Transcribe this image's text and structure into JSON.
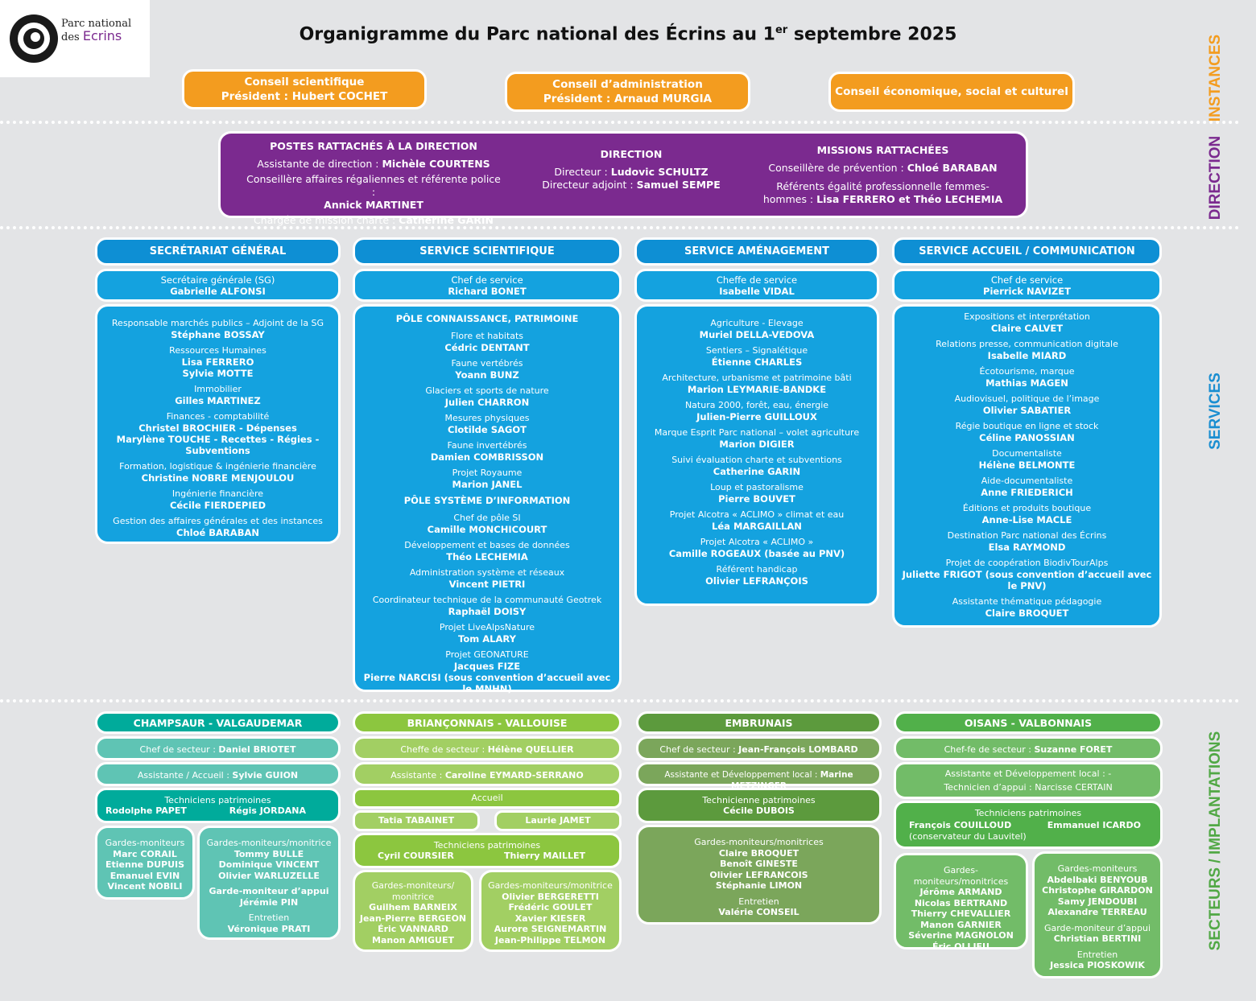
{
  "logo": {
    "line1": "Parc national",
    "line2": "des",
    "line3": "Ecrins"
  },
  "title": {
    "main": "Organigramme du Parc national des Écrins au 1",
    "sup": "er",
    "rest": " septembre 2025"
  },
  "side_labels": {
    "instances": "INSTANCES",
    "direction": "DIRECTION",
    "services": "SERVICES",
    "secteurs": "SECTEURS / IMPLANTATIONS"
  },
  "colors": {
    "instances": "#f39c1f",
    "direction": "#7b2a8f",
    "services": "#0e8fd4",
    "secteurs": "#51a845"
  },
  "instances": [
    {
      "l1": "Conseil scientifique",
      "l2": "Président : Hubert COCHET"
    },
    {
      "l1": "Conseil d’administration",
      "l2": "Président : Arnaud MURGIA"
    },
    {
      "l1": "Conseil économique, social et culturel"
    }
  ],
  "direction": {
    "postes": {
      "title": "POSTES RATTACHÉS À LA DIRECTION",
      "r1t": "Assistante de direction : ",
      "r1n": "Michèle COURTENS",
      "r2t": "Conseillère affaires régaliennes et référente police :",
      "r2n": "Annick MARTINET",
      "r3t": "Chargée de mission charte : ",
      "r3n": "Catherine GARIN"
    },
    "direction": {
      "title": "DIRECTION",
      "r1t": "Directeur : ",
      "r1n": "Ludovic SCHULTZ",
      "r2t": "Directeur adjoint : ",
      "r2n": "Samuel SEMPE"
    },
    "missions": {
      "title": "MISSIONS RATTACHÉES",
      "r1t": "Conseillère de prévention : ",
      "r1n": "Chloé BARABAN",
      "r2t": "Référents égalité professionnelle femmes-",
      "r2t2": "hommes : ",
      "r2n": "Lisa FERRERO et Théo LECHEMIA"
    }
  },
  "services": [
    {
      "title": "SECRÉTARIAT GÉNÉRAL",
      "chef_t": "Secrétaire générale (SG)",
      "chef_n": "Gabrielle ALFONSI",
      "items": [
        {
          "t": "Responsable marchés publics – Adjoint de la SG",
          "n": [
            "Stéphane BOSSAY"
          ]
        },
        {
          "t": "Ressources Humaines",
          "n": [
            "Lisa FERRERO",
            "Sylvie MOTTE"
          ]
        },
        {
          "t": "Immobilier",
          "n": [
            "Gilles MARTINEZ"
          ]
        },
        {
          "t": "Finances - comptabilité",
          "n": [
            "Christel BROCHIER - Dépenses",
            "Marylène TOUCHE - Recettes - Régies - Subventions"
          ]
        },
        {
          "t": "Formation, logistique & ingénierie financière",
          "n": [
            "Christine NOBRE MENJOULOU"
          ]
        },
        {
          "t": "Ingénierie financière",
          "n": [
            "Cécile FIERDEPIED"
          ]
        },
        {
          "t": "Gestion des affaires générales et des instances",
          "n": [
            "Chloé BARABAN"
          ]
        }
      ]
    },
    {
      "title": "SERVICE SCIENTIFIQUE",
      "chef_t": "Chef de service",
      "chef_n": "Richard BONET",
      "pole1": "PÔLE CONNAISSANCE, PATRIMOINE",
      "items1": [
        {
          "t": "Flore et habitats",
          "n": [
            "Cédric DENTANT"
          ]
        },
        {
          "t": "Faune vertébrés",
          "n": [
            "Yoann BUNZ"
          ]
        },
        {
          "t": "Glaciers et sports de nature",
          "n": [
            "Julien CHARRON"
          ]
        },
        {
          "t": "Mesures physiques",
          "n": [
            "Clotilde SAGOT"
          ]
        },
        {
          "t": "Faune invertébrés",
          "n": [
            "Damien COMBRISSON"
          ]
        },
        {
          "t": "Projet Royaume",
          "n": [
            "Marion JANEL"
          ]
        }
      ],
      "pole2": "PÔLE SYSTÈME D’INFORMATION",
      "items2": [
        {
          "t": "Chef de pôle SI",
          "n": [
            "Camille MONCHICOURT"
          ]
        },
        {
          "t": "Développement et bases de données",
          "n": [
            "Théo LECHEMIA"
          ]
        },
        {
          "t": "Administration système et réseaux",
          "n": [
            "Vincent PIETRI"
          ]
        },
        {
          "t": "Coordinateur technique de la communauté Geotrek",
          "n": [
            "Raphaël DOISY"
          ]
        },
        {
          "t": "Projet LiveAlpsNature",
          "n": [
            "Tom ALARY"
          ]
        },
        {
          "t": "Projet GEONATURE",
          "n": [
            "Jacques FIZE",
            "Pierre NARCISI (sous convention d’accueil avec le MNHN)"
          ]
        }
      ]
    },
    {
      "title": "SERVICE AMÉNAGEMENT",
      "chef_t": "Cheffe de service",
      "chef_n": "Isabelle VIDAL",
      "items": [
        {
          "t": "Agriculture - Elevage",
          "n": [
            "Muriel DELLA-VEDOVA"
          ]
        },
        {
          "t": "Sentiers – Signalétique",
          "n": [
            "Étienne CHARLES"
          ]
        },
        {
          "t": "Architecture, urbanisme et patrimoine bâti",
          "n": [
            "Marion LEYMARIE-BANDKE"
          ]
        },
        {
          "t": "Natura 2000, forêt, eau, énergie",
          "n": [
            "Julien-Pierre GUILLOUX"
          ]
        },
        {
          "t": "Marque Esprit Parc national – volet agriculture",
          "n": [
            "Marion DIGIER"
          ]
        },
        {
          "t": "Suivi évaluation charte et subventions",
          "n": [
            "Catherine GARIN"
          ]
        },
        {
          "t": "Loup et pastoralisme",
          "n": [
            "Pierre BOUVET"
          ]
        },
        {
          "t": "Projet Alcotra « ACLIMO » climat et eau",
          "n": [
            "Léa MARGAILLAN"
          ]
        },
        {
          "t": "Projet Alcotra « ACLIMO »",
          "n": [
            "Camille ROGEAUX (basée au PNV)"
          ]
        },
        {
          "t": "Référent handicap",
          "n": [
            "Olivier LEFRANÇOIS"
          ]
        }
      ]
    },
    {
      "title": "SERVICE ACCUEIL / COMMUNICATION",
      "chef_t": "Chef de service",
      "chef_n": "Pierrick NAVIZET",
      "items": [
        {
          "t": "Expositions et interprétation",
          "n": [
            "Claire CALVET"
          ]
        },
        {
          "t": "Relations presse, communication digitale",
          "n": [
            "Isabelle MIARD"
          ]
        },
        {
          "t": "Écotourisme, marque",
          "n": [
            "Mathias MAGEN"
          ]
        },
        {
          "t": "Audiovisuel, politique de l’image",
          "n": [
            "Olivier SABATIER"
          ]
        },
        {
          "t": "Régie boutique en ligne et stock",
          "n": [
            "Céline PANOSSIAN"
          ]
        },
        {
          "t": "Documentaliste",
          "n": [
            "Hélène BELMONTE"
          ]
        },
        {
          "t": "Aide-documentaliste",
          "n": [
            "Anne FRIEDERICH"
          ]
        },
        {
          "t": "Éditions et produits boutique",
          "n": [
            "Anne-Lise MACLE"
          ]
        },
        {
          "t": "Destination Parc national des Écrins",
          "n": [
            "Elsa RAYMOND"
          ]
        },
        {
          "t": "Projet de coopération BiodivTourAlps",
          "n": [
            "Juliette FRIGOT (sous convention d’accueil avec le PNV)"
          ]
        },
        {
          "t": "Assistante thématique pédagogie",
          "n": [
            "Claire BROQUET"
          ]
        }
      ]
    }
  ],
  "secteurs": {
    "champsaur": {
      "title": "CHAMPSAUR - VALGAUDEMAR",
      "chef_t": "Chef de secteur : ",
      "chef_n": "Daniel BRIOTET",
      "asst_t": "Assistante / Accueil : ",
      "asst_n": "Sylvie GUION",
      "tech_t": "Techniciens patrimoines",
      "tech_a": "Rodolphe PAPET",
      "tech_b": "Régis JORDANA",
      "g1_t": "Gardes-moniteurs",
      "g1_n": [
        "Marc CORAIL",
        "Etienne DUPUIS",
        "Emanuel EVIN",
        "Vincent NOBILI"
      ],
      "g2_t": "Gardes-moniteurs/monitrice",
      "g2_n": [
        "Tommy BULLE",
        "Dominique VINCENT",
        "Olivier WARLUZELLE"
      ],
      "g2_t2": "Garde-moniteur d’appui",
      "g2_n2": "Jérémie PIN",
      "g2_t3": "Entretien",
      "g2_n3": "Véronique PRATI"
    },
    "brianconnais": {
      "title": "BRIANÇONNAIS - VALLOUISE",
      "chef_t": "Cheffe de secteur : ",
      "chef_n": "Hélène QUELLIER",
      "asst_t": "Assistante : ",
      "asst_n": "Caroline EYMARD-SERRANO",
      "accueil": "Accueil",
      "acc_a": "Tatia TABAINET",
      "acc_b": "Laurie JAMET",
      "tech_t": "Techniciens patrimoines",
      "tech_a": "Cyril COURSIER",
      "tech_b": "Thierry MAILLET",
      "g1_t": "Gardes-moniteurs/",
      "g1_t2": "monitrice",
      "g1_n": [
        "Guilhem BARNEIX",
        "Jean-Pierre BERGEON",
        "Éric VANNARD",
        "Manon AMIGUET"
      ],
      "g2_t": "Gardes-moniteurs/monitrice",
      "g2_n": [
        "Olivier BERGERETTI",
        "Frédéric GOULET",
        "Xavier KIESER",
        "Aurore SEIGNEMARTIN",
        "Jean-Philippe TELMON"
      ]
    },
    "embrunais": {
      "title": "EMBRUNAIS",
      "chef_t": "Chef de secteur : ",
      "chef_n": "Jean-François LOMBARD",
      "asst_t": "Assistante et Développement local : ",
      "asst_n": "Marine METZINGER",
      "tech_t": "Technicienne patrimoines",
      "tech_n": "Cécile DUBOIS",
      "g_t": "Gardes-moniteurs/monitrices",
      "g_n": [
        "Claire BROQUET",
        "Benoît GINESTE",
        "Olivier LEFRANCOIS",
        "Stéphanie LIMON"
      ],
      "e_t": "Entretien",
      "e_n": "Valérie CONSEIL"
    },
    "oisans": {
      "title": "OISANS - VALBONNAIS",
      "chef_t": "Chef-fe de secteur : ",
      "chef_n": "Suzanne FORET",
      "asst_t": "Assistante et Développement local : -",
      "asst_t2": "Technicien d’appui : ",
      "asst_n": "Narcisse CERTAIN",
      "tech_t": "Techniciens patrimoines",
      "tech_a": "François COUILLOUD",
      "tech_a2": "(conservateur du Lauvitel)",
      "tech_b": "Emmanuel ICARDO",
      "g1_t": "Gardes-moniteurs/monitrices",
      "g1_n": [
        "Jérôme ARMAND",
        "Nicolas BERTRAND",
        "Thierry CHEVALLIER",
        "Manon GARNIER",
        "Séverine MAGNOLON",
        "Éric OLLIEU"
      ],
      "g2_t": "Gardes-moniteurs",
      "g2_n": [
        "Abdelbaki BENYOUB",
        "Christophe GIRARDON",
        "Samy JENDOUBI",
        "Alexandre TERREAU"
      ],
      "g2_t2": "Garde-moniteur d’appui",
      "g2_n2": "Christian BERTINI",
      "g2_t3": "Entretien",
      "g2_n3": "Jessica PIOSKOWIK"
    }
  }
}
